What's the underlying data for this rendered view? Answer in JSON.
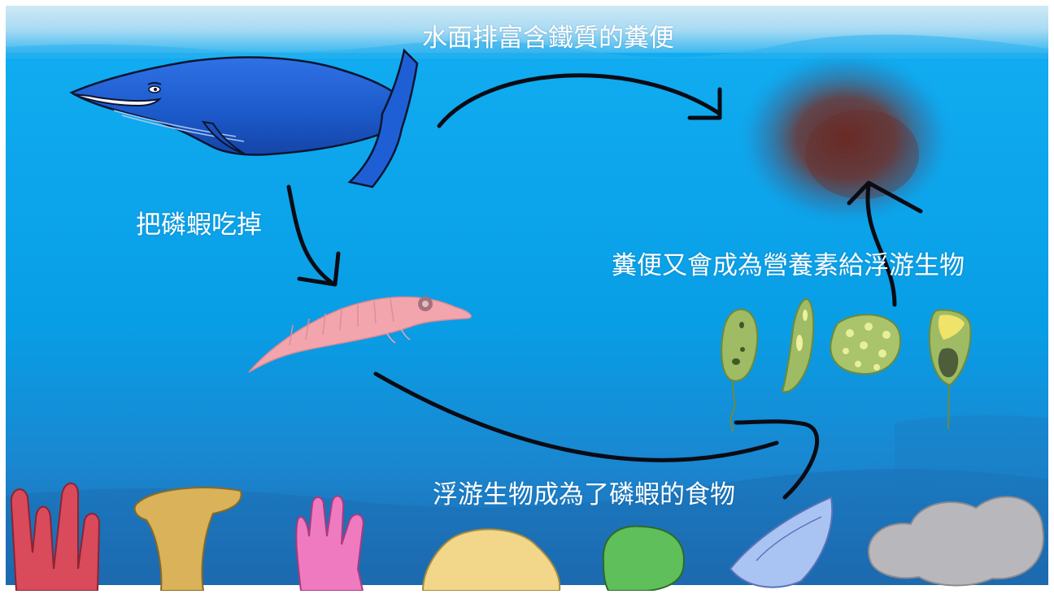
{
  "diagram": {
    "labels": {
      "surface_feces": "水面排富含鐵質的糞便",
      "eat_krill": "把磷蝦吃掉",
      "nutrients": "糞便又會成為營養素給浮游生物",
      "food_for_krill": "浮游生物成為了磷蝦的食物"
    },
    "colors": {
      "ocean": "#0aa6f0",
      "ocean_deep": "#1a73b8",
      "sky_band": "#d8eef8",
      "whale": "#1d5fd0",
      "krill": "#f0a0a8",
      "feces": "#6b2f2a",
      "plankton": "#a9c46a",
      "arrow": "#0b0b14",
      "text": "#ffffff"
    },
    "icons": [
      "blue-whale-icon",
      "krill-icon",
      "feces-cloud-icon",
      "plankton-cell-icon",
      "coral-icon",
      "seaweed-icon",
      "shell-icon"
    ]
  }
}
